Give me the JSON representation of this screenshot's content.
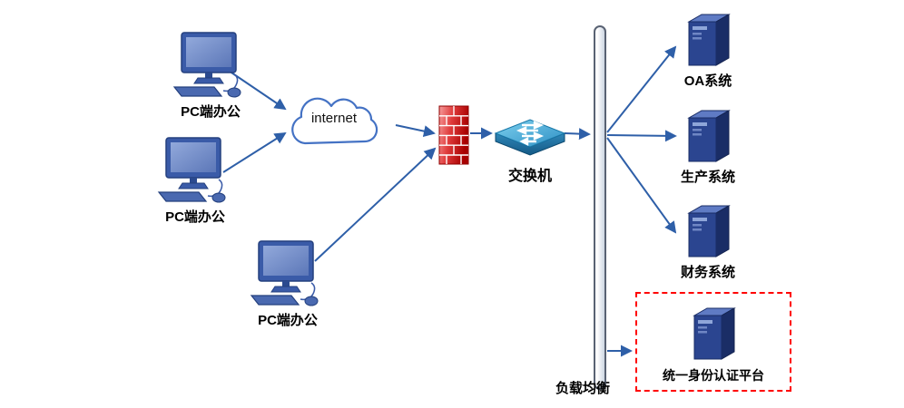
{
  "diagram": {
    "cloud": {
      "label": "internet",
      "icon": "cloud-icon"
    },
    "clients": [
      {
        "label": "PC端办公",
        "icon": "desktop-pc-icon"
      },
      {
        "label": "PC端办公",
        "icon": "desktop-pc-icon"
      },
      {
        "label": "PC端办公",
        "icon": "desktop-pc-icon"
      }
    ],
    "firewall": {
      "icon": "firewall-brick-icon"
    },
    "switch": {
      "label": "交换机",
      "icon": "network-switch-icon"
    },
    "load_balancer": {
      "label": "负载均衡",
      "icon": "load-balancer-bar"
    },
    "servers": [
      {
        "label": "OA系统",
        "icon": "server-tower-icon"
      },
      {
        "label": "生产系统",
        "icon": "server-tower-icon"
      },
      {
        "label": "财务系统",
        "icon": "server-tower-icon"
      }
    ],
    "auth_platform": {
      "label": "统一身份认证平台",
      "icon": "server-tower-icon"
    },
    "colors": {
      "connector": "#2E5FA8",
      "server_front": "#2B4590",
      "firewall_red": "#D93030",
      "switch_top": "#4FB6E0",
      "highlight_box": "#FF0000"
    }
  }
}
